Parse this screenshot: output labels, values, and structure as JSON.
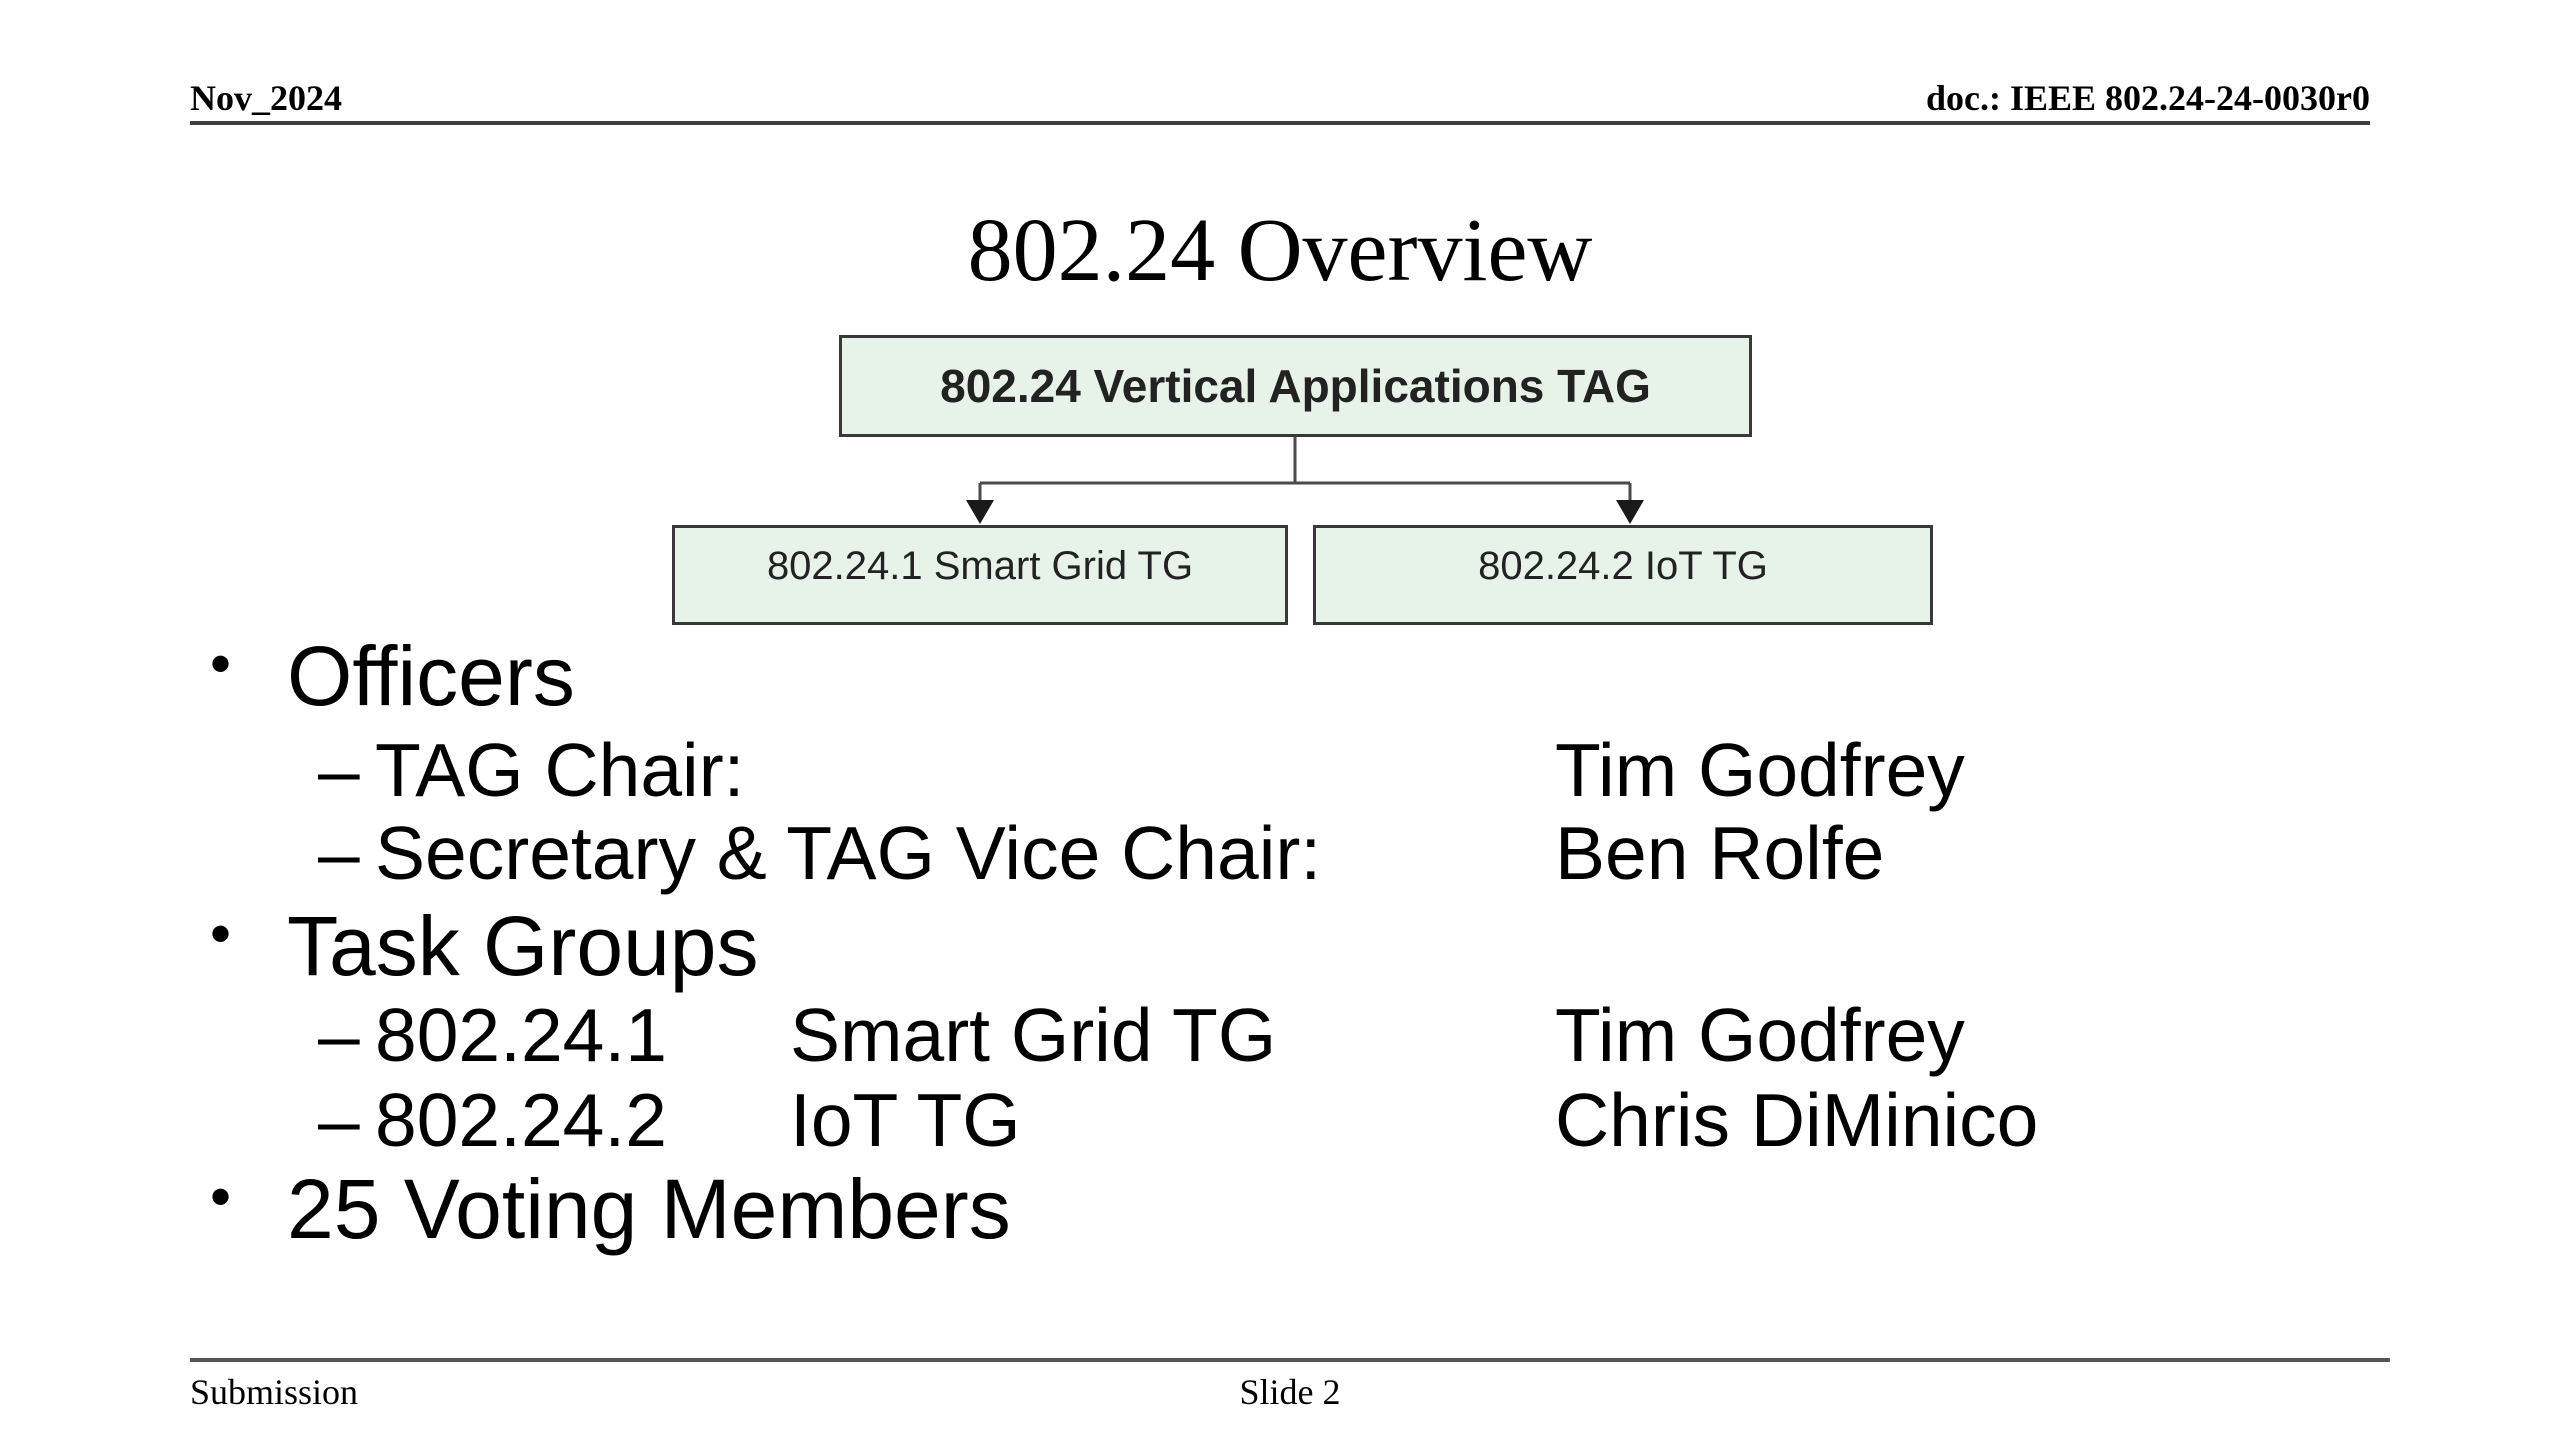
{
  "header": {
    "left": "Nov_2024",
    "right": "doc.: IEEE 802.24-24-0030r0"
  },
  "title": "802.24 Overview",
  "org_chart": {
    "type": "org-tree",
    "root": {
      "label": "802.24 Vertical Applications TAG"
    },
    "children": [
      {
        "label": "802.24.1 Smart Grid TG"
      },
      {
        "label": "802.24.2 IoT TG"
      }
    ],
    "box_fill_color": "#e7f2e9",
    "box_border_color": "#383838",
    "connector_color": "#4a4a4a"
  },
  "bullets": {
    "officers": {
      "marker": "•",
      "label": "Officers"
    },
    "tag_chair": {
      "marker": "–",
      "label": "TAG Chair:",
      "name": "Tim Godfrey"
    },
    "secretary": {
      "marker": "–",
      "label": "Secretary & TAG Vice Chair:",
      "name": "Ben Rolfe"
    },
    "task_groups": {
      "marker": "•",
      "label": "Task Groups"
    },
    "tg1": {
      "marker": "–",
      "number": "802.24.1",
      "label": "Smart Grid TG",
      "name": "Tim Godfrey"
    },
    "tg2": {
      "marker": "–",
      "number": "802.24.2",
      "label": "IoT TG",
      "name": "Chris DiMinico"
    },
    "voting": {
      "marker": "•",
      "label": "25 Voting Members"
    }
  },
  "footer": {
    "left": "Submission",
    "center": "Slide 2"
  }
}
